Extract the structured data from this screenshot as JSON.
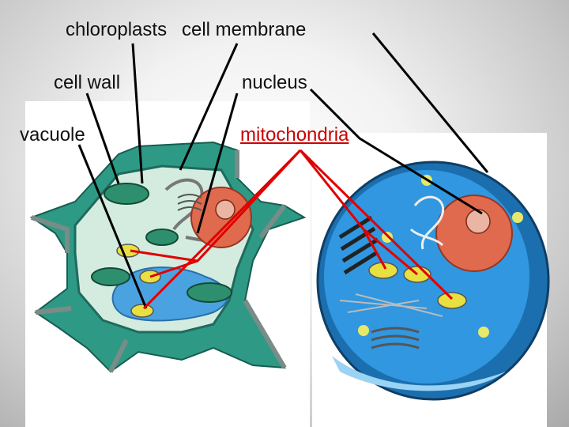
{
  "labels": {
    "chloroplasts": "chloroplasts",
    "cell_membrane": "cell membrane",
    "cell_wall": "cell wall",
    "nucleus": "nucleus",
    "vacuole": "vacuole",
    "mitochondria": "mitochondria"
  },
  "colors": {
    "pointer_black": "#000000",
    "pointer_red": "#e00000",
    "mitochondria_label": "#cc0000",
    "cell_wall_green": "#2e9a86",
    "plant_cytoplasm": "#cfe8d8",
    "animal_cytoplasm": "#2f8fd6",
    "nucleus_red": "#e06a4e",
    "mitochondria_yellow": "#e8e040"
  }
}
